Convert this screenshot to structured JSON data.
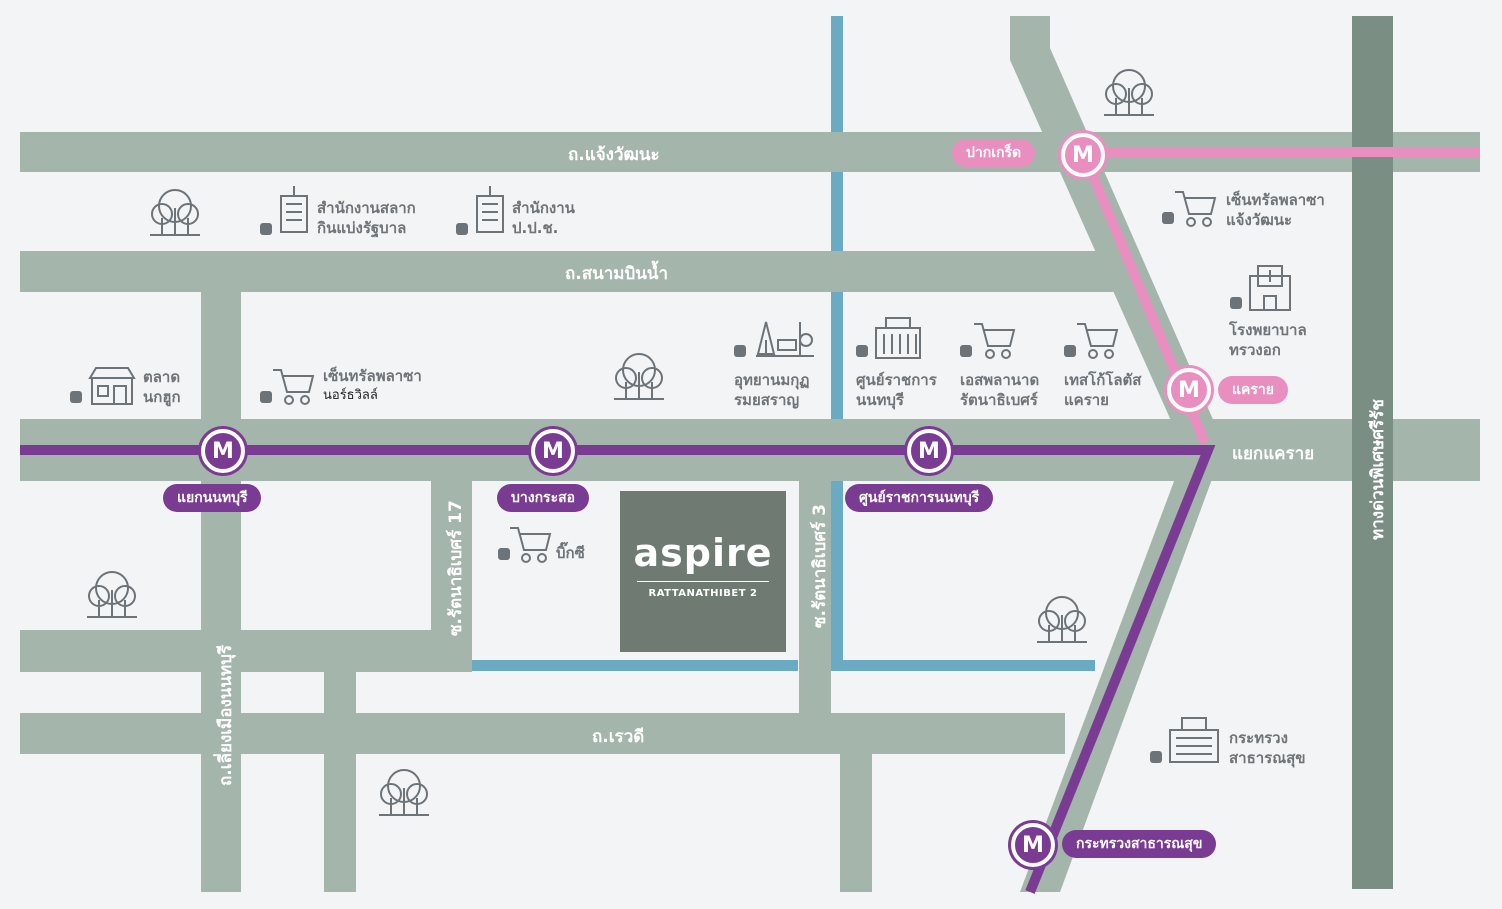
{
  "roads": {
    "chaeng_watthana": "ถ.แจ้งวัฒนะ",
    "sanambin_nam": "ถ.สนามบินน้ำ",
    "revadi": "ถ.เรวดี",
    "rattanathibet_soi17": "ซ.รัตนาธิเบศร์ 17",
    "rattanathibet_soi3": "ซ.รัตนาธิเบศร์ 3",
    "liang_mueang": "ถ.เลี่ยงเมืองนนทบุรี",
    "expressway": "ทางด่วนพิเศษศรีรัช",
    "khae_rai_junction": "แยกแคราย"
  },
  "stations": {
    "nonthaburi_junction": "แยกนนทบุรี",
    "bang_krasor": "บางกระสอ",
    "government_center": "ศูนย์ราชการนนทบุรี",
    "pak_kret": "ปากเกร็ด",
    "khae_rai": "แคราย",
    "ministry_health": "กระทรวงสาธารณสุข",
    "metro_symbol": "M"
  },
  "pois": {
    "lottery_office": [
      "สำนักงานสลาก",
      "กินแบ่งรัฐบาล"
    ],
    "nacc_office": [
      "สำนักงาน",
      "ป.ป.ช."
    ],
    "central_chaengwattana": [
      "เซ็นทรัลพลาซา",
      "แจ้งวัฒนะ"
    ],
    "bumrungrad_hospital": [
      "โรงพยาบาล",
      "ทรวงอก"
    ],
    "nongyao_market": [
      "ตลาด",
      "นกฮูก"
    ],
    "central_northville": [
      "เซ็นทรัลพลาซา",
      "นอร์ธวิลล์"
    ],
    "monument_park": [
      "อุทยานมกุฏ",
      "รมยสราญ"
    ],
    "gov_center_poi": [
      "ศูนย์ราชการ",
      "นนทบุรี"
    ],
    "esplanade": [
      "เอสพลานาด",
      "รัตนาธิเบศร์"
    ],
    "tesco_khaerai": [
      "เทสโก้โลตัส",
      "แคราย"
    ],
    "big_c": [
      "บิ๊กซี"
    ],
    "ministry_health_poi": [
      "กระทรวง",
      "สาธารณสุข"
    ]
  },
  "project": {
    "brand": "aspire",
    "subtitle": "RATTANATHIBET 2"
  },
  "colors": {
    "background": "#f2f4f6",
    "road": "#a4b5ab",
    "expressway": "#7a8e84",
    "canal": "#6aaac2",
    "purple_line": "#7a3c93",
    "pink_line": "#e98fbf",
    "project_box": "#6e7a72"
  }
}
